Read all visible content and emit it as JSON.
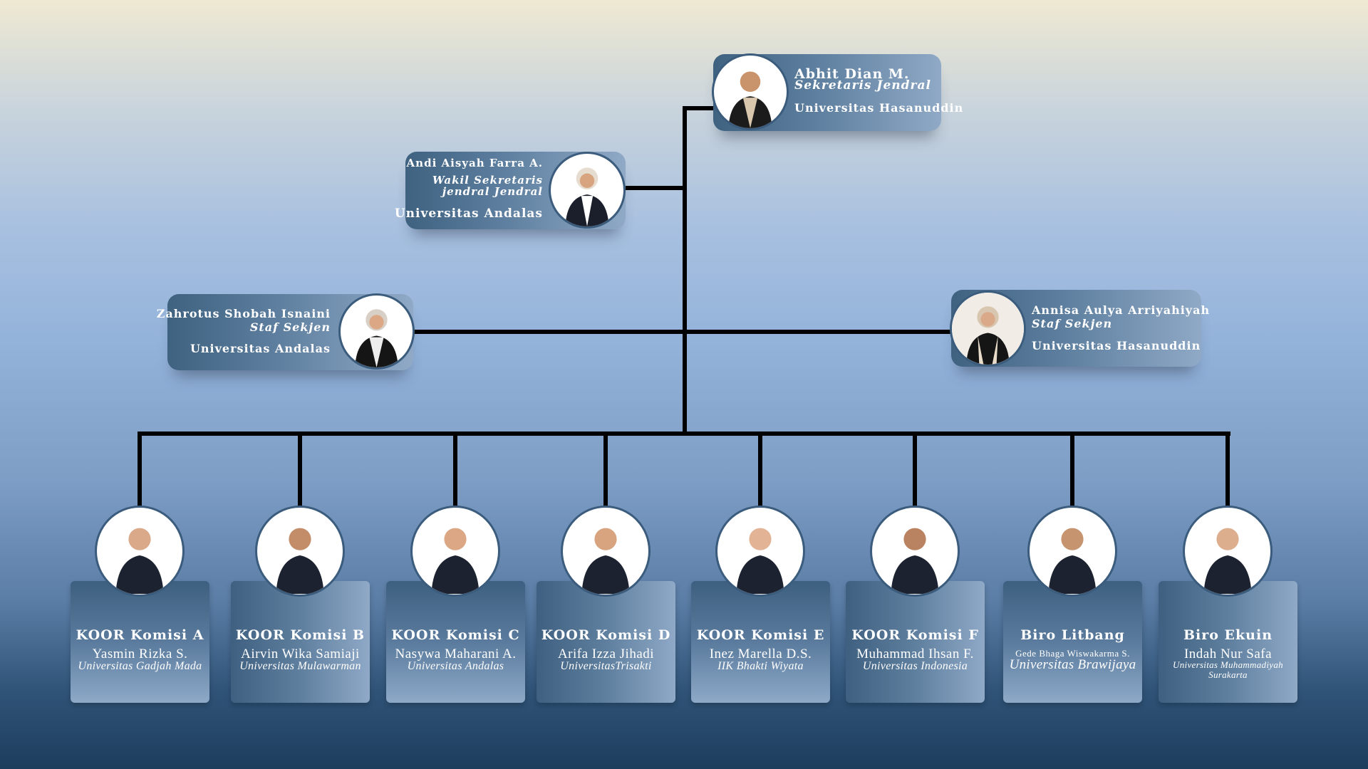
{
  "colors": {
    "line": "#000000",
    "card_dark": "#3f6281",
    "card_light": "#8fa9c6"
  },
  "leaders": {
    "sekjen": {
      "name": "Abhit Dian M.",
      "role": "Sekretaris Jendral",
      "university": "Universitas Hasanuddin"
    },
    "wakil": {
      "name": "Andi Aisyah Farra A.",
      "role_line1": "Wakil Sekretaris",
      "role_line2": "jendral Jendral",
      "university": "Universitas Andalas"
    },
    "staf_left": {
      "name": "Zahrotus Shobah Isnaini",
      "role": "Staf Sekjen",
      "university": "Universitas Andalas"
    },
    "staf_right": {
      "name": "Annisa Aulya Arriyahiyah",
      "role": "Staf Sekjen",
      "university": "Universitas Hasanuddin"
    }
  },
  "members": [
    {
      "title": "KOOR Komisi A",
      "name": "Yasmin Rizka S.",
      "university": "Universitas Gadjah Mada"
    },
    {
      "title": "KOOR Komisi B",
      "name": "Airvin Wika Samiaji",
      "university": "Universitas Mulawarman"
    },
    {
      "title": "KOOR Komisi C",
      "name": "Nasywa Maharani A.",
      "university": "Universitas Andalas"
    },
    {
      "title": "KOOR Komisi D",
      "name": "Arifa Izza Jihadi",
      "university": "UniversitasTrisakti"
    },
    {
      "title": "KOOR Komisi E",
      "name": "Inez Marella D.S.",
      "university": "IIK Bhakti Wiyata"
    },
    {
      "title": "KOOR Komisi F",
      "name": "Muhammad Ihsan F.",
      "university": "Universitas Indonesia"
    },
    {
      "title": "Biro Litbang",
      "name": "Gede Bhaga Wiswakarma S.",
      "university": "Universitas Brawijaya"
    },
    {
      "title": "Biro Ekuin",
      "name": "Indah Nur Safa",
      "university": "Universitas Muhammadiyah Surakarta"
    }
  ]
}
